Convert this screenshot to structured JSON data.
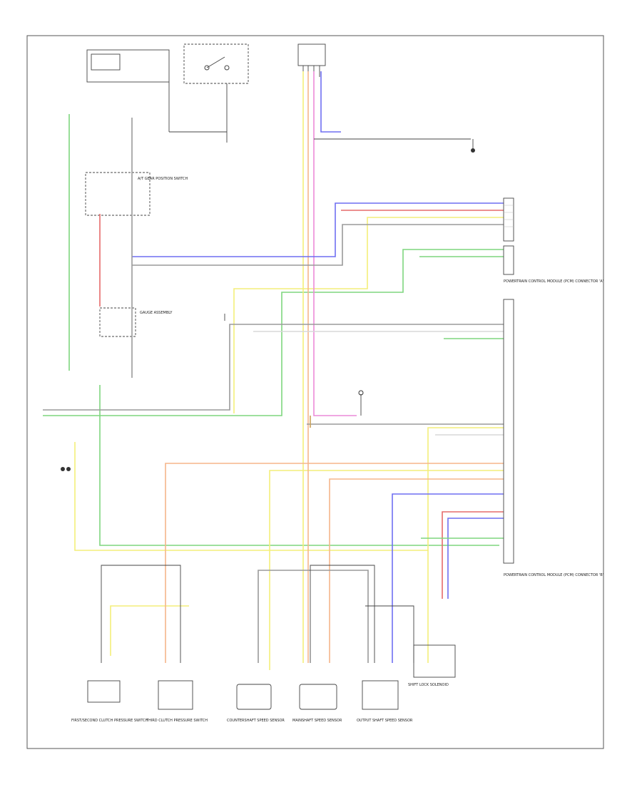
{
  "diagram": {
    "corner_label": "",
    "connectors": {
      "pcm_upper": "POWERTRAIN CONTROL MODULE (PCM) CONNECTOR 'A'",
      "pcm_lower": "POWERTRAIN CONTROL MODULE (PCM) CONNECTOR 'B'",
      "pcm_lower_line2": "",
      "pcm_upper_line2": ""
    },
    "components": [
      "FIRST/SECOND CLUTCH PRESSURE SWITCH",
      "THIRD CLUTCH PRESSURE SWITCH",
      "COUNTERSHAFT SPEED SENSOR",
      "MAINSHAFT SPEED SENSOR",
      "OUTPUT SHAFT SPEED SENSOR",
      "SHIFT LOCK SOLENOID",
      "A/T GEAR POSITION SWITCH",
      "GAUGE ASSEMBLY"
    ],
    "colors": {
      "green": "#7fd67f",
      "yellow": "#f4ee7a",
      "blue": "#6f6ff2",
      "red": "#e66b6b",
      "orange": "#f5b58a",
      "pink": "#ec8ad8",
      "gray": "#9a9a9a",
      "white_wire": "#d8d8d8",
      "brown": "#c9a25a",
      "black": "#444444"
    }
  }
}
